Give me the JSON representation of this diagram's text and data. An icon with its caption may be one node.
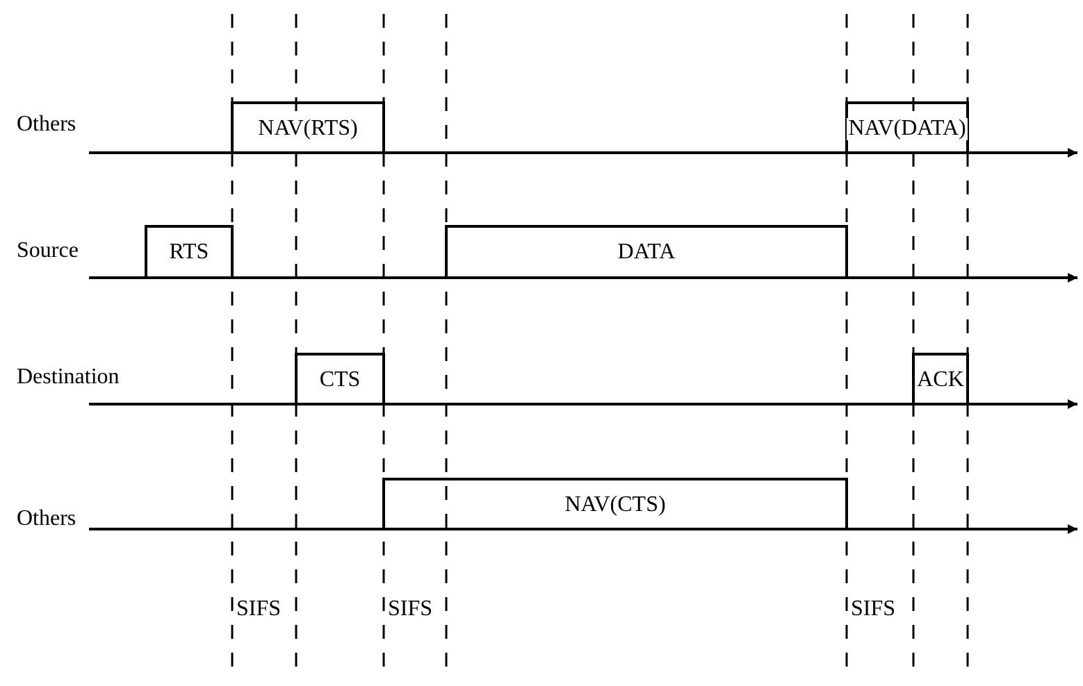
{
  "diagram": {
    "nodes": [
      {
        "text": [
          "NAV(RTS)"
        ]
      },
      {
        "text": [
          "NAV(DATA)"
        ]
      },
      {
        "text": [
          "RTS"
        ]
      },
      {
        "text": [
          "DATA"
        ]
      },
      {
        "text": [
          "CTS"
        ]
      },
      {
        "text": [
          "ACK"
        ]
      },
      {
        "text": [
          "NAV(CTS)"
        ]
      }
    ],
    "labels": [
      "Others",
      "Source",
      "Destination",
      "Others",
      "SIFS",
      "SIFS",
      "SIFS"
    ]
  }
}
